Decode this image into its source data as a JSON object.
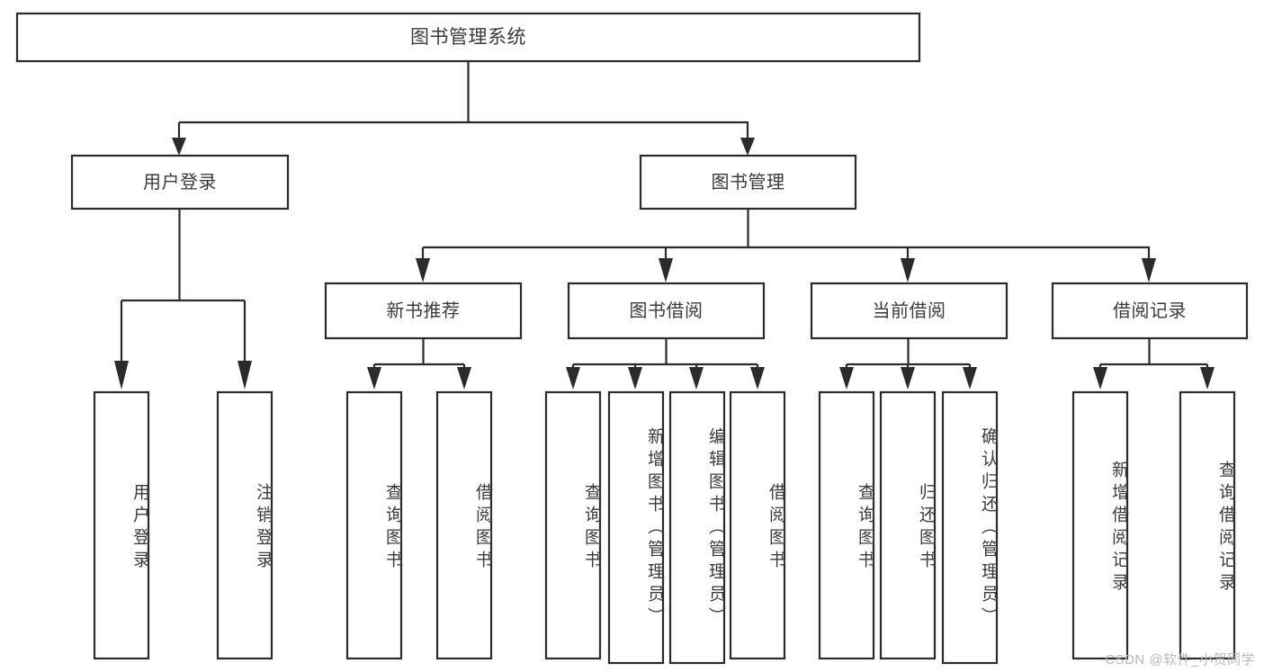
{
  "diagram": {
    "type": "tree-hierarchy-chart",
    "title": "图书管理系统",
    "watermark": "CSDN @软件_小贺同学",
    "colors": {
      "stroke": "#2b2b2b",
      "box_fill": "#ffffff",
      "text": "#3b3b3b",
      "background": "#ffffff",
      "watermark": "#b9b9b9"
    },
    "levels": {
      "root": {
        "label": "图书管理系统"
      },
      "level1": [
        {
          "id": "user-login",
          "label": "用户登录"
        },
        {
          "id": "book-management",
          "label": "图书管理"
        }
      ],
      "level2": [
        {
          "id": "new-book-recommend",
          "label": "新书推荐",
          "parent": "book-management"
        },
        {
          "id": "book-borrow",
          "label": "图书借阅",
          "parent": "book-management"
        },
        {
          "id": "current-borrow",
          "label": "当前借阅",
          "parent": "book-management"
        },
        {
          "id": "borrow-record",
          "label": "借阅记录",
          "parent": "book-management"
        }
      ],
      "leaves": [
        {
          "id": "leaf-user-login",
          "label": "用户登录",
          "parent": "user-login"
        },
        {
          "id": "leaf-logout-login",
          "label": "注销登录",
          "parent": "user-login"
        },
        {
          "id": "leaf-query-book-1",
          "label": "查询图书",
          "parent": "new-book-recommend"
        },
        {
          "id": "leaf-borrow-book-1",
          "label": "借阅图书",
          "parent": "new-book-recommend"
        },
        {
          "id": "leaf-query-book-2",
          "label": "查询图书",
          "parent": "book-borrow"
        },
        {
          "id": "leaf-add-book",
          "label": "新增图书（管理员）",
          "parent": "book-borrow"
        },
        {
          "id": "leaf-edit-book",
          "label": "编辑图书（管理员）",
          "parent": "book-borrow"
        },
        {
          "id": "leaf-borrow-book-2",
          "label": "借阅图书",
          "parent": "book-borrow"
        },
        {
          "id": "leaf-query-book-3",
          "label": "查询图书",
          "parent": "current-borrow"
        },
        {
          "id": "leaf-return-book",
          "label": "归还图书",
          "parent": "current-borrow"
        },
        {
          "id": "leaf-confirm-return",
          "label": "确认归还（管理员）",
          "parent": "current-borrow"
        },
        {
          "id": "leaf-add-record",
          "label": "新增借阅记录",
          "parent": "borrow-record"
        },
        {
          "id": "leaf-query-record",
          "label": "查询借阅记录",
          "parent": "borrow-record"
        }
      ]
    }
  }
}
